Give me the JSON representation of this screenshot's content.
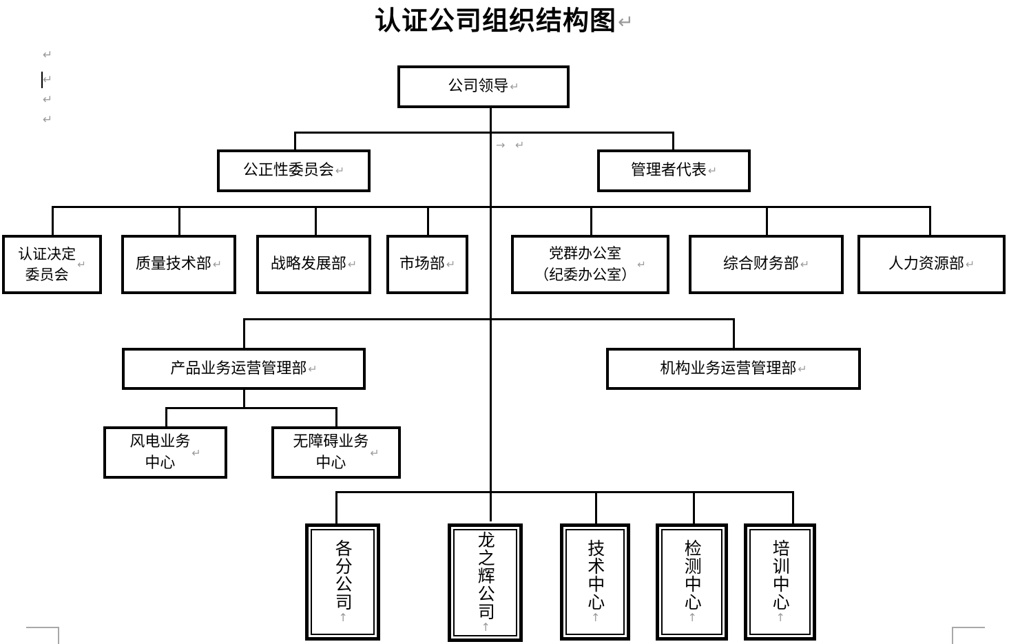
{
  "document": {
    "title": "认证公司组织结构图",
    "title_mark": "↵",
    "para_marks": [
      "↵",
      "↵",
      "↵",
      "↵"
    ],
    "tab_mark": "→",
    "tab_para_mark": "↵"
  },
  "chart": {
    "type": "org-chart",
    "levels": [
      {
        "name": "level-1",
        "nodes": [
          {
            "id": "company-leadership",
            "label": "公司领导",
            "mark": "↵"
          }
        ]
      },
      {
        "name": "level-2",
        "nodes": [
          {
            "id": "impartiality-committee",
            "label": "公正性委员会",
            "mark": "↵"
          },
          {
            "id": "management-representative",
            "label": "管理者代表",
            "mark": "↵"
          }
        ]
      },
      {
        "name": "level-3",
        "nodes": [
          {
            "id": "certification-decision-committee",
            "label": "认证决定\n委员会",
            "mark": "↵"
          },
          {
            "id": "quality-technology-dept",
            "label": "质量技术部",
            "mark": "↵"
          },
          {
            "id": "strategy-development-dept",
            "label": "战略发展部",
            "mark": "↵"
          },
          {
            "id": "marketing-dept",
            "label": "市场部",
            "mark": "↵"
          },
          {
            "id": "party-mass-office",
            "label": "党群办公室\n（纪委办公室）",
            "mark": "↵"
          },
          {
            "id": "comprehensive-finance-dept",
            "label": "综合财务部",
            "mark": "↵"
          },
          {
            "id": "human-resources-dept",
            "label": "人力资源部",
            "mark": "↵"
          }
        ]
      },
      {
        "name": "level-4",
        "nodes": [
          {
            "id": "product-business-operations-dept",
            "label": "产品业务运营管理部",
            "mark": "↵"
          },
          {
            "id": "institution-business-operations-dept",
            "label": "机构业务运营管理部",
            "mark": "↵"
          }
        ]
      },
      {
        "name": "level-5",
        "nodes": [
          {
            "id": "wind-power-business-center",
            "label": "风电业务\n中心",
            "mark": "↵"
          },
          {
            "id": "accessibility-business-center",
            "label": "无障碍业务\n中心",
            "mark": "↵"
          }
        ]
      },
      {
        "name": "level-6",
        "nodes": [
          {
            "id": "branch-companies",
            "label": "各分公司",
            "mark": "↑"
          },
          {
            "id": "longzhihui-company",
            "label": "龙之辉公司",
            "mark": "↑"
          },
          {
            "id": "technology-center",
            "label": "技术中心",
            "mark": "↑"
          },
          {
            "id": "testing-center",
            "label": "检测中心",
            "mark": "↑"
          },
          {
            "id": "training-center",
            "label": "培训中心",
            "mark": "↑"
          }
        ]
      }
    ]
  },
  "colors": {
    "page_background": "#ffffff",
    "box_border": "#000000",
    "text": "#000000",
    "editor_mark": "#9a9a9a",
    "margin_marker": "#a8a8a8"
  }
}
